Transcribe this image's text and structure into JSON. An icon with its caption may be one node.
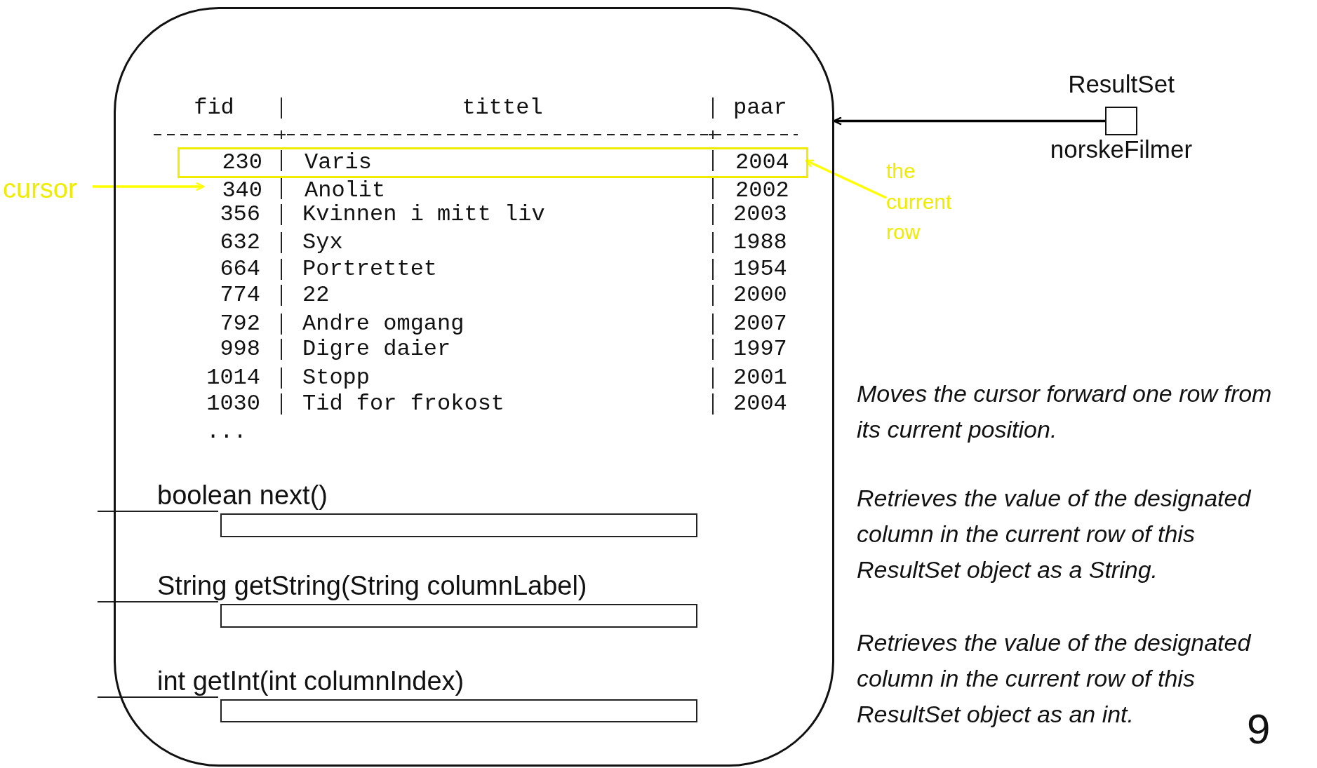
{
  "diagram": {
    "nodes": [
      {
        "text": [],
        "shape": "box"
      },
      {
        "text": [
          "230",
          "Varis",
          "2004"
        ],
        "in": 0
      },
      {
        "text": [
          "340",
          "Anolit",
          "2002"
        ],
        "in": 0
      },
      {
        "text": [
          "boolean next()"
        ],
        "in": 0
      },
      {
        "text": [
          "String getString(String columnLabel)"
        ],
        "in": 0
      },
      {
        "text": [
          "int getInt(int columnIndex)"
        ],
        "in": 0
      },
      {
        "text": [
          "cursor"
        ]
      },
      {
        "text": [
          "the current row"
        ]
      },
      {
        "text": [
          "ResultSet",
          "norskeFilmer"
        ]
      }
    ],
    "edges": [
      {
        "from": 6,
        "to": 2,
        "arrow": "to",
        "color": "#ffff00"
      },
      {
        "from": 7,
        "to": 1,
        "arrow": "to",
        "color": "#ffff00"
      },
      {
        "from": 8,
        "to": 0,
        "arrow": "to",
        "color": "#000000"
      }
    ],
    "labels": [
      "fid",
      "tittel",
      "paar",
      "356",
      "Kvinnen i mitt liv",
      "2003",
      "632",
      "Syx",
      "1988",
      "664",
      "Portrettet",
      "1954",
      "774",
      "22",
      "2000",
      "792",
      "Andre omgang",
      "2007",
      "998",
      "Digre daier",
      "1997",
      "1014",
      "Stopp",
      "2001",
      "1030",
      "Tid for frokost",
      "2004",
      "...",
      "Moves the cursor forward one row from its current position.",
      "Retrieves the value of the designated column in the current row of this ResultSet object as a String.",
      "Retrieves the value of the designated column in the current row of this ResultSet object as an int.",
      "9"
    ]
  }
}
